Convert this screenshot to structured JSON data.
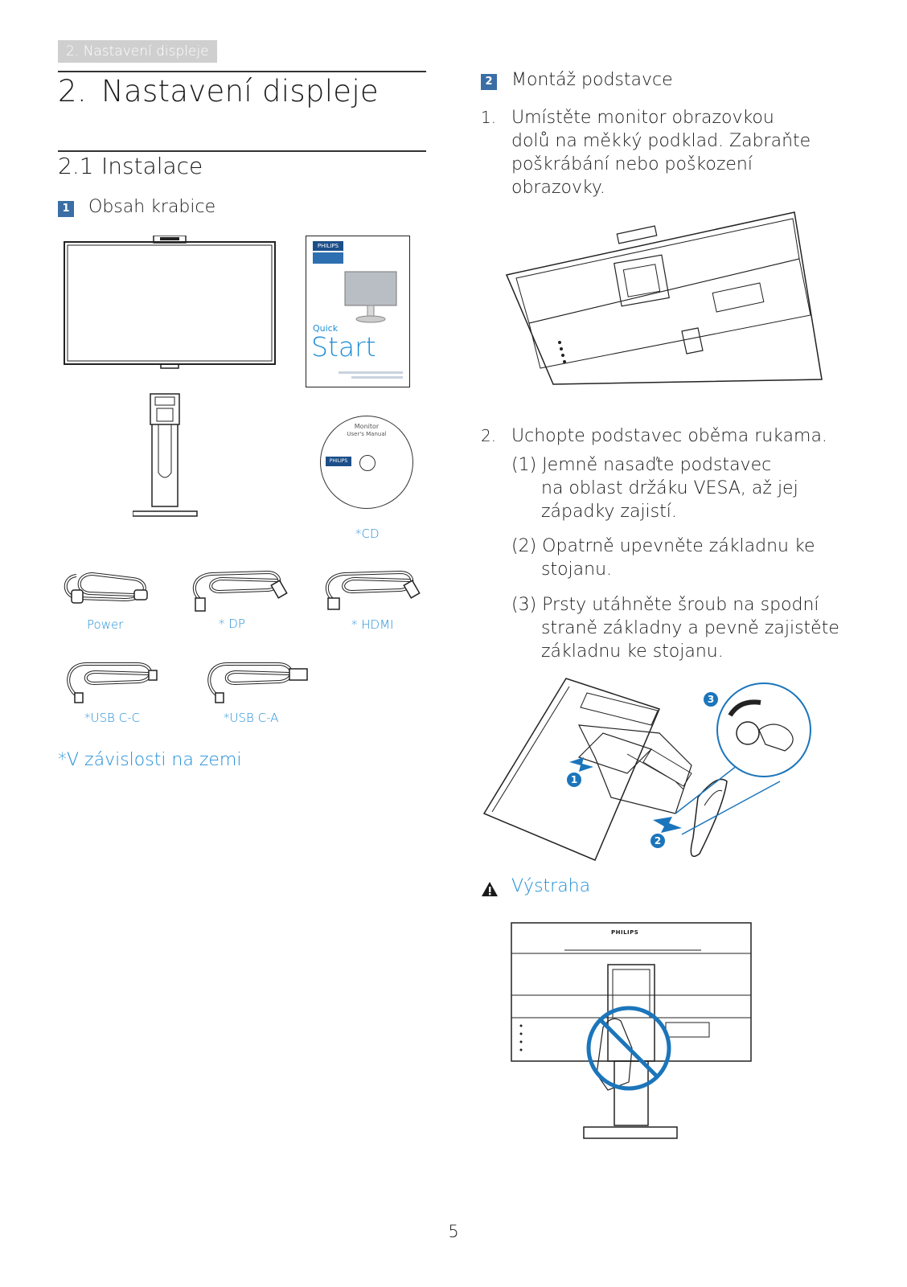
{
  "running_header": "2. Nastavení displeje",
  "chapter": {
    "number": "2.",
    "title": "Nastavení displeje"
  },
  "section": {
    "number": "2.1",
    "title": "Instalace"
  },
  "box_contents": {
    "badge": "1",
    "title": "Obsah krabice",
    "quick_start": {
      "brand": "PHILIPS",
      "line1": "Quick",
      "line2": "Start"
    },
    "cd": {
      "brand": "PHILIPS",
      "line1": "Monitor",
      "line2": "User's Manual"
    },
    "captions": {
      "cd": "*CD",
      "power": "Power",
      "dp": "* DP",
      "hdmi": "* HDMI",
      "usb_cc": "*USB C-C",
      "usb_ca": "*USB C-A"
    },
    "note": "*V závislosti na zemi"
  },
  "stand_install": {
    "badge": "2",
    "title": "Montáž podstavce",
    "steps": [
      {
        "num": "1.",
        "text_lines": [
          "Umístěte monitor obrazovkou",
          "dolů na měkký podklad. Zabraňte",
          "poškrábání nebo poškození",
          "obrazovky."
        ]
      },
      {
        "num": "2.",
        "text_lines": [
          "Uchopte podstavec oběma rukama."
        ]
      }
    ],
    "substeps": [
      {
        "label": "(1)",
        "lines": [
          "Jemně nasaďte podstavec",
          "na oblast držáku VESA, až jej",
          "západky zajistí."
        ]
      },
      {
        "label": "(2)",
        "lines": [
          "Opatrně upevněte základnu ke",
          "stojanu."
        ]
      },
      {
        "label": "(3)",
        "lines": [
          "Prsty utáhněte šroub na spodní",
          "straně základny a pevně zajistěte",
          "základnu ke stojanu."
        ]
      }
    ],
    "figure_markers": [
      "1",
      "2",
      "3"
    ]
  },
  "warning": {
    "icon": "warning-icon",
    "title": "Výstraha",
    "monitor_brand": "PHILIPS"
  },
  "page_number": "5",
  "colors": {
    "accent_blue": "#1f8dd6",
    "badge_blue": "#3a6ea5",
    "header_gray": "#cfcfcf",
    "prohibit_blue": "#1b75bb"
  }
}
